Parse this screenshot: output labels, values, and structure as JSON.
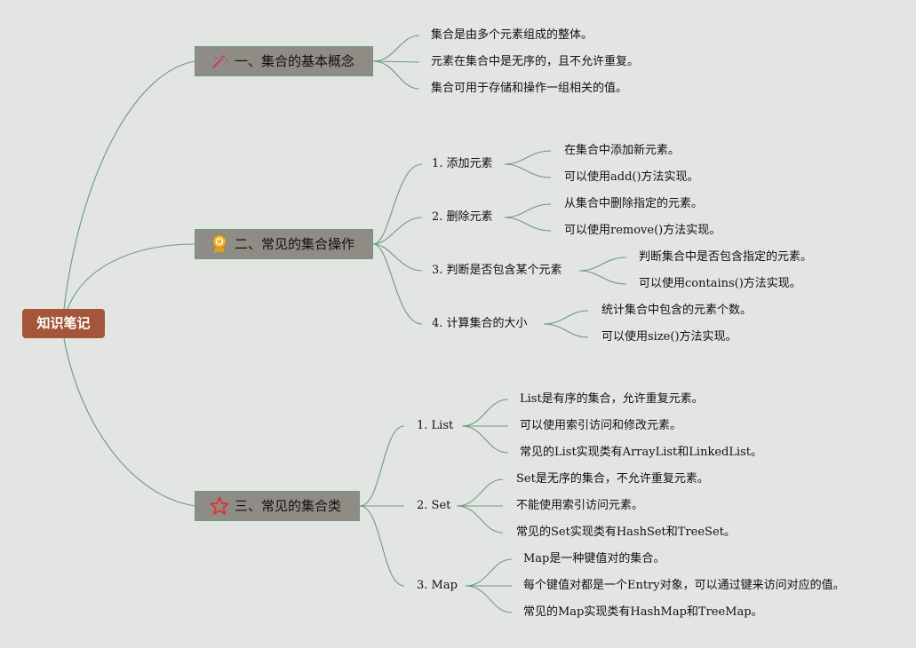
{
  "root": {
    "label": "知识笔记"
  },
  "branches": [
    {
      "label": "一、集合的基本概念",
      "icon": "magic-wand-icon",
      "items": [
        "集合是由多个元素组成的整体。",
        "元素在集合中是无序的，且不允许重复。",
        "集合可用于存储和操作一组相关的值。"
      ]
    },
    {
      "label": "二、常见的集合操作",
      "icon": "award-medal-icon",
      "subs": [
        {
          "label": "1. 添加元素",
          "items": [
            "在集合中添加新元素。",
            "可以使用add()方法实现。"
          ]
        },
        {
          "label": "2. 删除元素",
          "items": [
            "从集合中删除指定的元素。",
            "可以使用remove()方法实现。"
          ]
        },
        {
          "label": "3. 判断是否包含某个元素",
          "items": [
            "判断集合中是否包含指定的元素。",
            "可以使用contains()方法实现。"
          ]
        },
        {
          "label": "4. 计算集合的大小",
          "items": [
            "统计集合中包含的元素个数。",
            "可以使用size()方法实现。"
          ]
        }
      ]
    },
    {
      "label": "三、常见的集合类",
      "icon": "star-icon",
      "subs": [
        {
          "label": "1. List",
          "items": [
            "List是有序的集合，允许重复元素。",
            "可以使用索引访问和修改元素。",
            "常见的List实现类有ArrayList和LinkedList。"
          ]
        },
        {
          "label": "2. Set",
          "items": [
            "Set是无序的集合，不允许重复元素。",
            "不能使用索引访问元素。",
            "常见的Set实现类有HashSet和TreeSet。"
          ]
        },
        {
          "label": "3. Map",
          "items": [
            "Map是一种键值对的集合。",
            "每个键值对都是一个Entry对象，可以通过键来访问对应的值。",
            "常见的Map实现类有HashMap和TreeMap。"
          ]
        }
      ]
    }
  ],
  "colors": {
    "root": "#a4553a",
    "branch": "#8e8c84",
    "line": "#6a9a86",
    "background": "#e2e5e1"
  }
}
